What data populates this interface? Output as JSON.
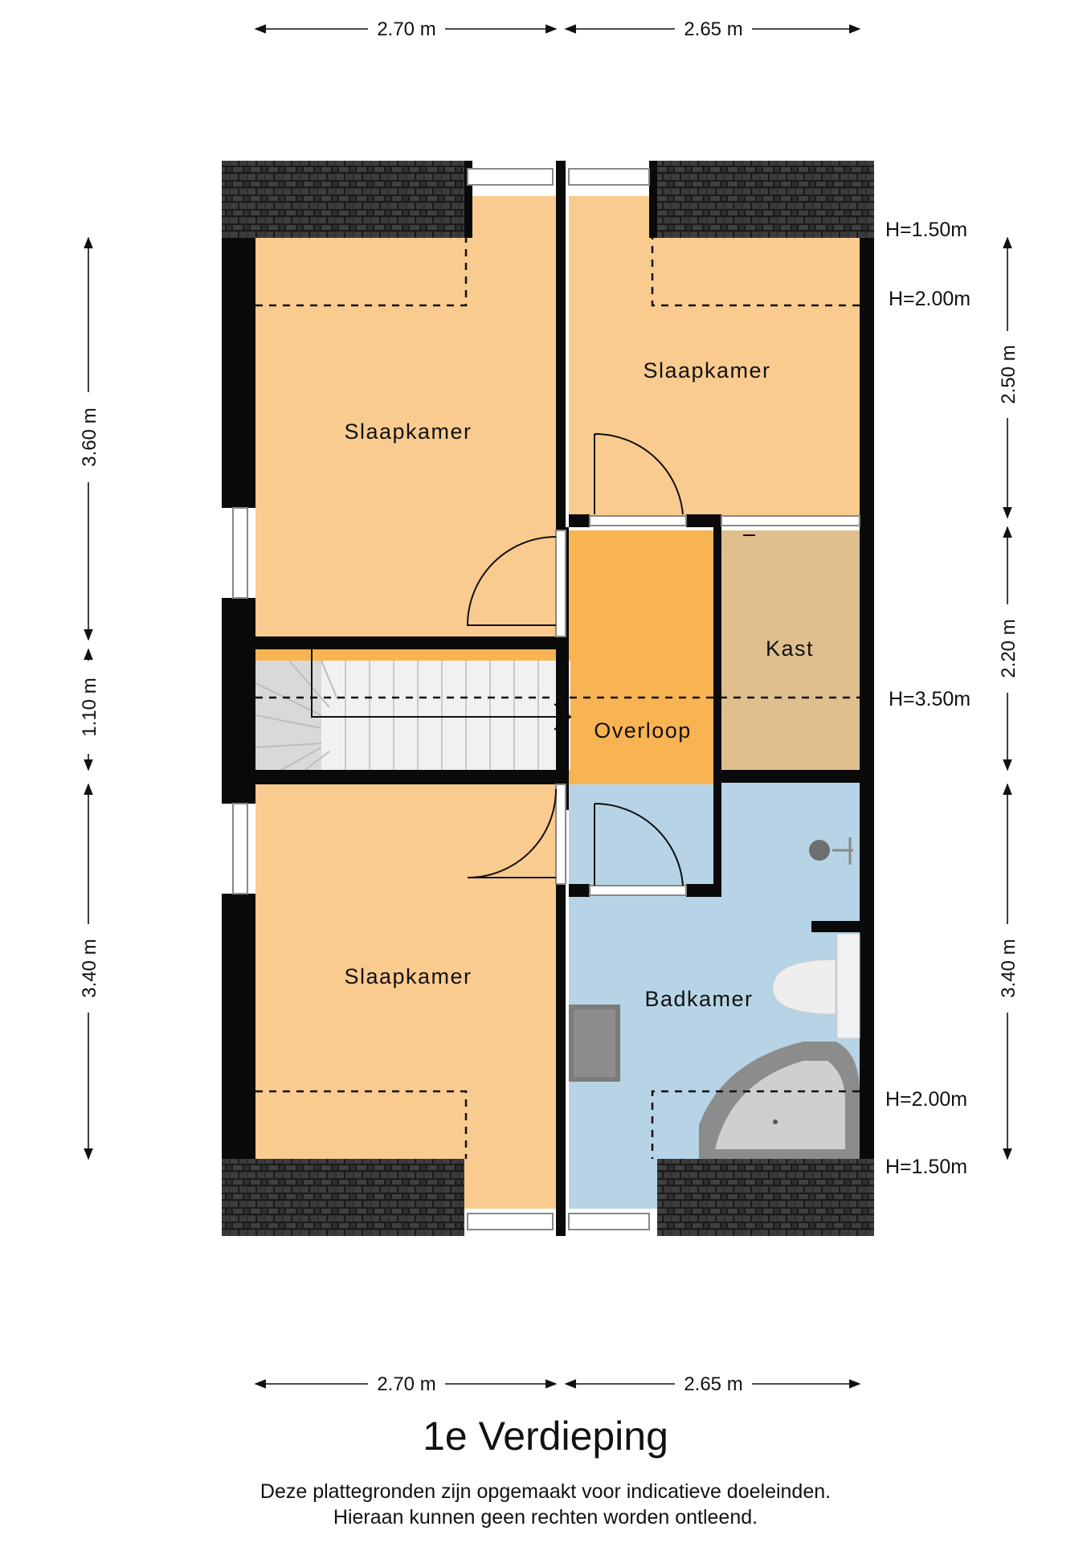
{
  "floor_title": "1e Verdieping",
  "disclaimer": {
    "line1": "Deze plattegronden zijn opgemaakt voor indicatieve doeleinden.",
    "line2": "Hieraan kunnen geen rechten worden ontleend."
  },
  "rooms": {
    "bedroom_top_left": "Slaapkamer",
    "bedroom_top_right": "Slaapkamer",
    "bedroom_bottom_left": "Slaapkamer",
    "landing": "Overloop",
    "closet": "Kast",
    "bathroom": "Badkamer"
  },
  "dimensions": {
    "top_left": "2.70 m",
    "top_right": "2.65 m",
    "bottom_left": "2.70 m",
    "bottom_right": "2.65 m",
    "left_upper": "3.60 m",
    "left_middle": "1.10 m",
    "left_lower": "3.40 m",
    "right_upper": "2.50 m",
    "right_middle": "2.20 m",
    "right_lower": "3.40 m"
  },
  "height_markers": {
    "top_1": "H=1.50m",
    "top_2": "H=2.00m",
    "middle": "H=3.50m",
    "bottom_2": "H=2.00m",
    "bottom_1": "H=1.50m"
  },
  "colors": {
    "bedroom": "#f9cb8f",
    "landing": "#f8b452",
    "closet": "#dfbf8d",
    "bathroom": "#b6d4e6",
    "wall": "#0a0a0a",
    "roof": "#3b3b3b"
  }
}
